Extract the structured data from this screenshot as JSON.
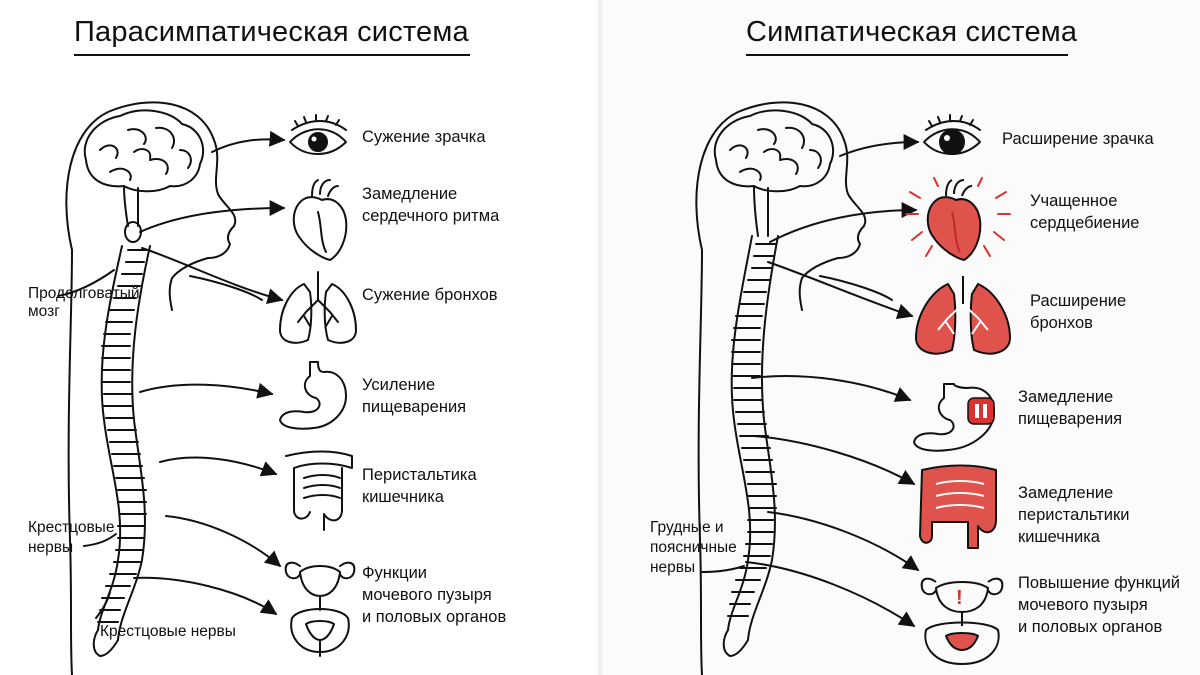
{
  "left_panel": {
    "title": "Парасимпатическая система",
    "effects": {
      "eye": "Сужение зрачка",
      "heart": [
        "Замедление",
        "сердечного ритма"
      ],
      "lungs": "Сужение бронхов",
      "stomach": [
        "Усиление",
        "пищеварения"
      ],
      "intestine": [
        "Перистальтика",
        "кишечника"
      ],
      "bladder": [
        "Функции",
        "мочевого пузыря",
        "и половых органов"
      ]
    },
    "nerve_labels": {
      "medulla": [
        "Продолговатый",
        "мозг"
      ],
      "sacral_side": [
        "Крестцовые",
        "нервы"
      ],
      "sacral_bottom": "Крестцовые нервы"
    }
  },
  "right_panel": {
    "title": "Симпатическая система",
    "effects": {
      "eye": "Расширение зрачка",
      "heart": [
        "Учащенное",
        "сердцебиение"
      ],
      "lungs": [
        "Расширение",
        "бронхов"
      ],
      "stomach": [
        "Замедление",
        "пищеварения"
      ],
      "intestine": [
        "Замедление",
        "перистальтики",
        "кишечника"
      ],
      "bladder": [
        "Повышение функций",
        "мочевого пузыря",
        "и половых органов"
      ]
    },
    "nerve_labels": {
      "thoracolumbar": [
        "Грудные и",
        "поясничные",
        "нервы"
      ]
    },
    "alert_mark": "!"
  },
  "colors": {
    "line": "#111111",
    "organ_red": "#e0534c",
    "organ_red_dark": "#b92e2b",
    "burst_red": "#d9322f"
  },
  "icons": [
    "eye-icon",
    "heart-icon",
    "lungs-icon",
    "stomach-icon",
    "intestine-icon",
    "bladder-icon",
    "brain-icon",
    "spine-icon",
    "pause-icon"
  ]
}
